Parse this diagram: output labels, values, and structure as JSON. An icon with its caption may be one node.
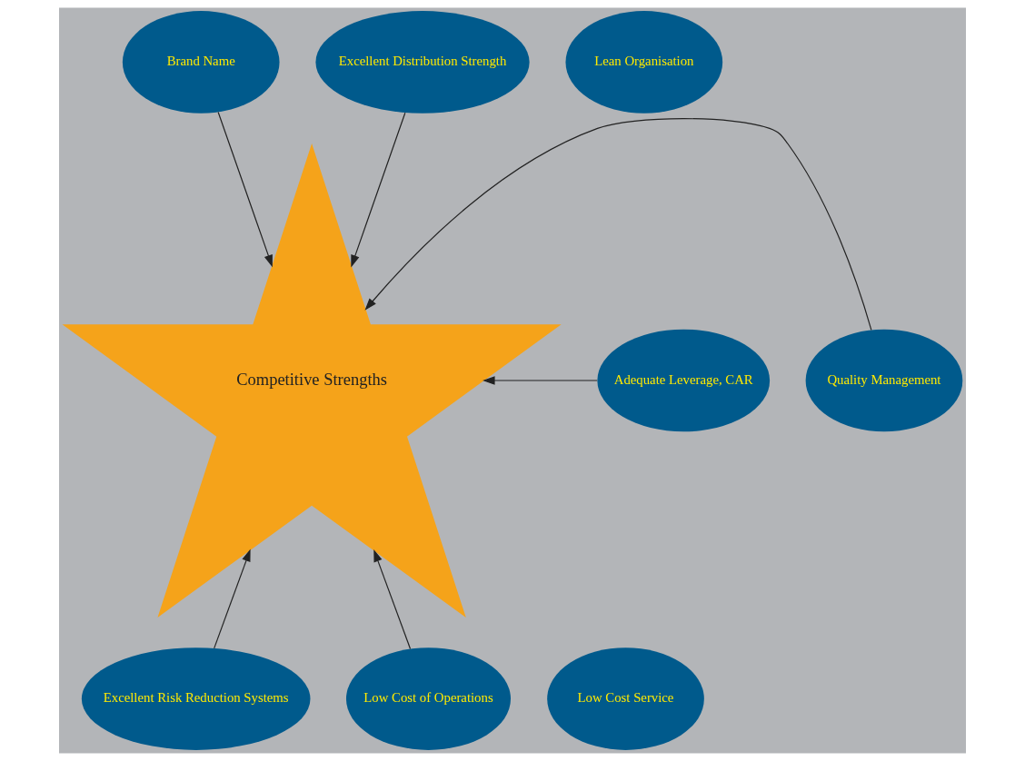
{
  "diagram": {
    "nodes": [
      {
        "text": [
          "Lean Organisation"
        ]
      },
      {
        "text": [
          "Brand Name"
        ]
      },
      {
        "text": [
          "Excellent Distribution Strength"
        ]
      },
      {
        "text": [
          "Competitive Strengths"
        ]
      },
      {
        "text": [
          "Adequate Leverage, CAR"
        ]
      },
      {
        "text": [
          "Quality Management"
        ]
      },
      {
        "text": [
          "Excellent Risk Reduction Systems"
        ]
      },
      {
        "text": [
          "Low Cost of Operations"
        ]
      },
      {
        "text": [
          "Low Cost Service"
        ]
      }
    ],
    "edges": [
      {
        "from": 1,
        "to": 3,
        "arrow": "to"
      },
      {
        "from": 2,
        "to": 3,
        "arrow": "to"
      },
      {
        "from": 4,
        "to": 3,
        "arrow": "to"
      },
      {
        "from": 5,
        "to": 3,
        "arrow": "to"
      },
      {
        "from": 6,
        "to": 3,
        "arrow": "to"
      },
      {
        "from": 7,
        "to": 3,
        "arrow": "to"
      }
    ]
  }
}
